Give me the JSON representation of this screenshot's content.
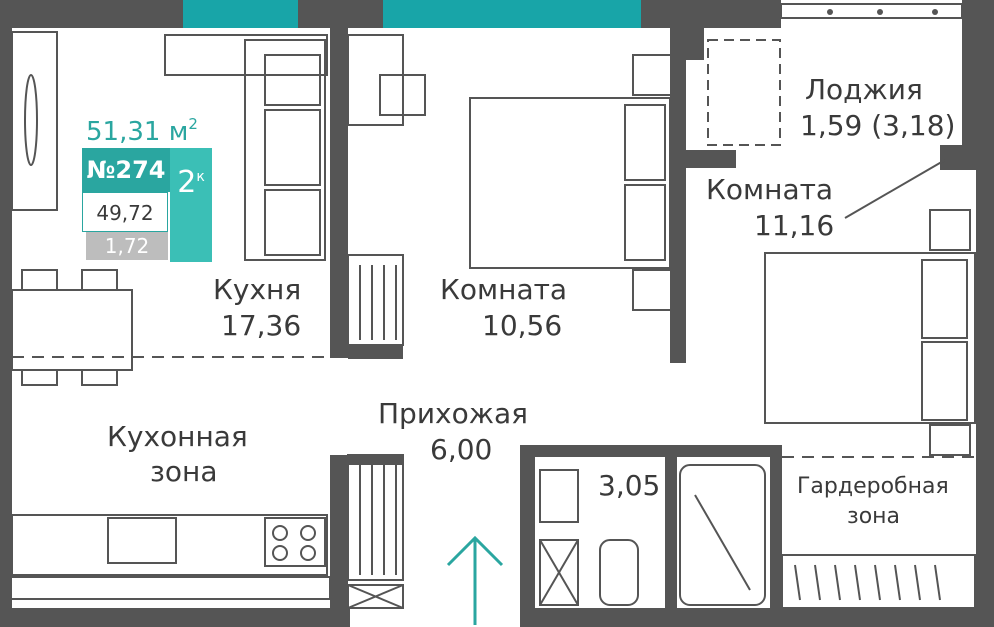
{
  "apartment": {
    "total_area": "51,31 м",
    "area_unit_sup": "2",
    "number": "№274",
    "rooms": "2",
    "rooms_sup": "к",
    "living_area": "49,72",
    "loggia_area": "1,72"
  },
  "rooms": {
    "kitchen": {
      "name": "Кухня",
      "area": "17,36"
    },
    "room1": {
      "name": "Комната",
      "area": "10,56"
    },
    "room2": {
      "name": "Комната",
      "area": "11,16"
    },
    "loggia": {
      "name": "Лоджия",
      "area": "1,59 (3,18)"
    },
    "hall": {
      "name": "Прихожая",
      "area": "6,00"
    },
    "kitchen_zone": {
      "name1": "Кухонная",
      "name2": "зона"
    },
    "bathroom": {
      "area": "3,05"
    },
    "wardrobe": {
      "name1": "Гардеробная",
      "name2": "зона"
    }
  },
  "colors": {
    "wall": "#555555",
    "accent": "#2aa6a0",
    "window": "#18a5a8",
    "label": "#3a3a3a"
  }
}
